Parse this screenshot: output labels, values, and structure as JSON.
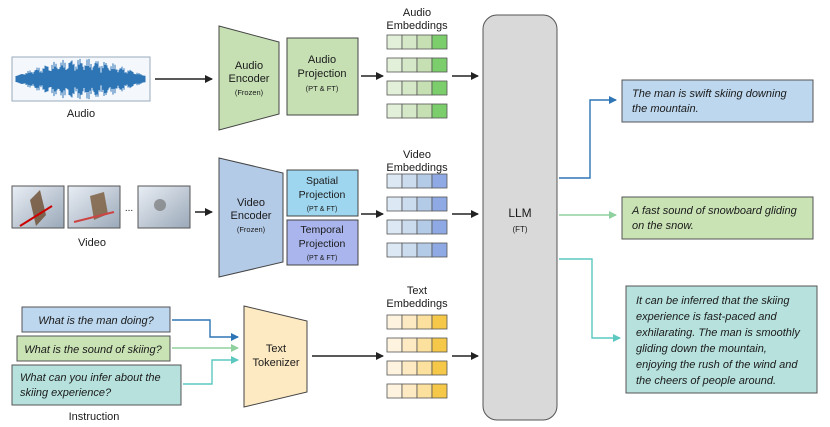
{
  "inputs": {
    "audio_label": "Audio",
    "video_label": "Video",
    "video_ellipsis": "...",
    "instruction_label": "Instruction"
  },
  "encoders": {
    "audio_encoder": {
      "line1": "Audio",
      "line2": "Encoder",
      "sub": "(Frozen)"
    },
    "video_encoder": {
      "line1": "Video",
      "line2": "Encoder",
      "sub": "(Frozen)"
    },
    "text_tokenizer": {
      "line1": "Text",
      "line2": "Tokenizer"
    }
  },
  "projections": {
    "audio": {
      "line1": "Audio",
      "line2": "Projection",
      "sub": "(PT & FT)"
    },
    "spatial": {
      "line1": "Spatial",
      "line2": "Projection",
      "sub": "(PT & FT)"
    },
    "temporal": {
      "line1": "Temporal",
      "line2": "Projection",
      "sub": "(PT & FT)"
    }
  },
  "embeddings": {
    "audio": {
      "line1": "Audio",
      "line2": "Embeddings"
    },
    "video": {
      "line1": "Video",
      "line2": "Embeddings"
    },
    "text": {
      "line1": "Text",
      "line2": "Embeddings"
    }
  },
  "llm": {
    "label": "LLM",
    "sub": "(FT)"
  },
  "questions": [
    {
      "line1": "What is the man doing?",
      "line2": ""
    },
    {
      "line1": "What is the sound of skiing?",
      "line2": ""
    },
    {
      "line1": "What can you infer about the",
      "line2": "skiing experience?"
    }
  ],
  "outputs": [
    {
      "lines": [
        "The man is swift skiing downing",
        "the mountain."
      ]
    },
    {
      "lines": [
        "A fast sound of snowboard gliding",
        "on the snow."
      ]
    },
    {
      "lines": [
        "It can be inferred that the skiing",
        "experience is fast-paced and",
        "exhilarating. The man is smoothly",
        "gliding down the mountain,",
        "enjoying the rush of the wind and",
        "the cheers of people around."
      ]
    }
  ],
  "colors": {
    "audio_green": "#c6e0b4",
    "video_blue": "#b4cbe8",
    "spatial_cyan": "#9fd6ef",
    "temporal_purple": "#a9b5ec",
    "text_yellow": "#fdeac2",
    "llm_gray": "#d9d9d9",
    "q1_blue": "#bdd7ee",
    "q2_green": "#c9e3b5",
    "q3_teal": "#b6e1dd",
    "arrow_blue": "#2e75b6",
    "arrow_green": "#8fd19e",
    "arrow_teal": "#5cc8c0"
  },
  "icons": [
    "audio-waveform-icon",
    "video-frame-icon"
  ]
}
